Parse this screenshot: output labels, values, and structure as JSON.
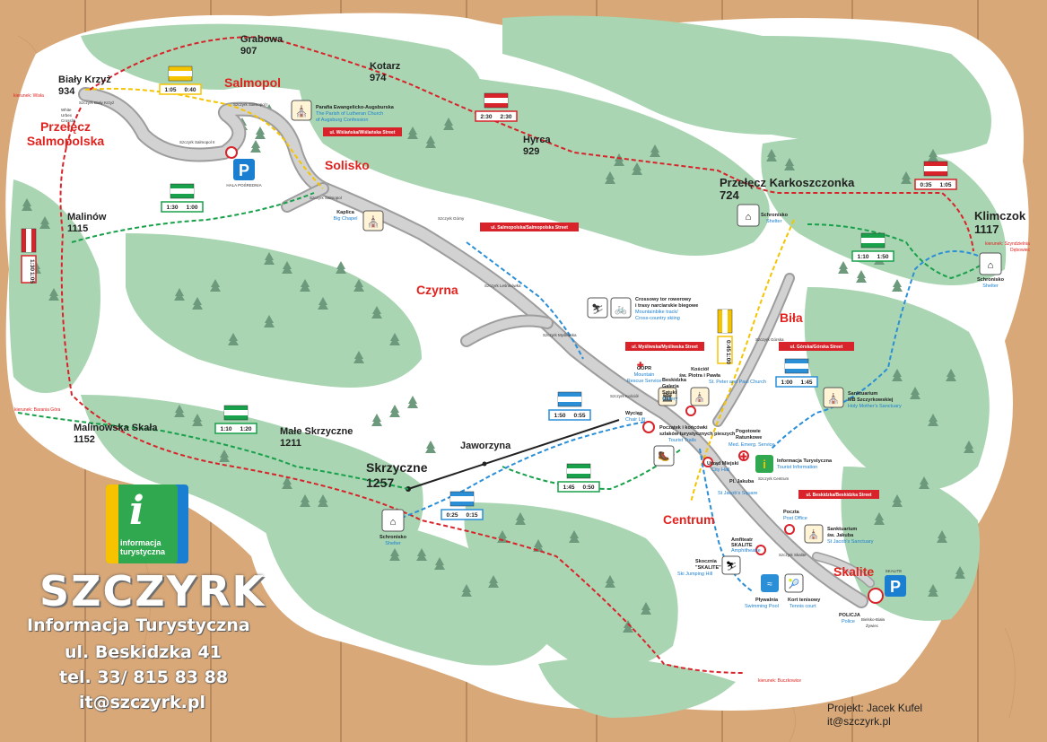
{
  "peaks": [
    {
      "id": "grabowa",
      "name": "Grabowa",
      "alt": "907"
    },
    {
      "id": "bialy-krzyz",
      "name": "Biały Krzyż",
      "alt": "934"
    },
    {
      "id": "kotarz",
      "name": "Kotarz",
      "alt": "974"
    },
    {
      "id": "hyrca",
      "name": "Hyrca",
      "alt": "929"
    },
    {
      "id": "malinow",
      "name": "Malinów",
      "alt": "1115"
    },
    {
      "id": "przelecz-karkoszczonka",
      "name": "Przełęcz Karkoszczonka",
      "alt": "724"
    },
    {
      "id": "klimczok",
      "name": "Klimczok",
      "alt": "1117"
    },
    {
      "id": "malinowska-skala",
      "name": "Malinowska Skała",
      "alt": "1152"
    },
    {
      "id": "male-skrzyczne",
      "name": "Małe Skrzyczne",
      "alt": "1211"
    },
    {
      "id": "jaworzyna",
      "name": "Jaworzyna",
      "alt": ""
    },
    {
      "id": "skrzyczne",
      "name": "Skrzyczne",
      "alt": "1257"
    }
  ],
  "places": {
    "przelecz_salmopolska_1": "Przełęcz",
    "przelecz_salmopolska_2": "Salmopolska",
    "salmopol": "Salmopol",
    "solisko": "Solisko",
    "czyrna": "Czyrna",
    "bila": "Biła",
    "centrum": "Centrum",
    "skalite": "Skalite"
  },
  "streets": [
    "ul. Wiślańska/Wiślańska Street",
    "ul. Salmopolska/Salmopolska Street",
    "ul. Myśliwska/Myśliwska Street",
    "ul. Górska/Górska Street",
    "ul. Beskidzka/Beskidzka Street"
  ],
  "pois": {
    "parafia_1": "Parafia Ewangelicko-Augsburska",
    "parafia_en_1": "The Parish of Lutheran Church",
    "parafia_en_2": "of Augsburg Confession",
    "hala": "HALA POŚREDNIA",
    "kaplica": "Kaplica",
    "kaplica_en": "Big Chapel",
    "crossowy_1": "Crossowy tor rowerowy",
    "crossowy_2": "i trasy narciarskie biegowe",
    "crossowy_en_1": "Mountainbike track/",
    "crossowy_en_2": "Cross-country skiing",
    "gopr": "GOPR",
    "gopr_en_1": "Mountain",
    "gopr_en_2": "Rescue Service",
    "galeria_1": "Beskidzka",
    "galeria_2": "Galeria",
    "galeria_3": "Sztuki",
    "galeria_en": "Gallery",
    "kosciol_1": "Kościół",
    "kosciol_2": "św. Piotra i Pawła",
    "kosciol_en": "St. Peter and Paul Church",
    "wyciag": "Wyciąg",
    "wyciag_en": "Chair Lift",
    "sanktuarium_mb_1": "Sanktuarium",
    "sanktuarium_mb_2": "MB Szczyrkowskiej",
    "sanktuarium_mb_en": "Holy Mother's Sanctuary",
    "poczatek_1": "Początek i końcówki",
    "poczatek_2": "szlaków turystycznych pieszych",
    "poczatek_en": "Tourist Trails",
    "pogotowie_1": "Pogotowie",
    "pogotowie_2": "Ratunkowe",
    "pogotowie_en": "Med. Emerg. Service",
    "urzad": "Urząd Miejski",
    "urzad_en": "City Hall",
    "it": "Informacja Turystyczna",
    "it_en": "Tourist Information",
    "plac": "Pl. Jakuba",
    "plac_en": "St Jacob's Square",
    "poczta": "Poczta",
    "poczta_en": "Post Office",
    "sanktuarium_j_1": "Sanktuarium",
    "sanktuarium_j_2": "św. Jakuba",
    "sanktuarium_j_en": "St Jacob's Sanctuary",
    "amfiteatr_1": "Amfiteatr",
    "amfiteatr_2": "SKALITE",
    "amfiteatr_en": "Amphitheatre",
    "skocznia_1": "Skocznia",
    "skocznia_2": "\"SKALITE\"",
    "skocznia_en": "Ski Jumping Hill",
    "plywalnia": "Pływalnia",
    "plywalnia_en": "Swimming Pool",
    "kort": "Kort tenisowy",
    "kort_en": "Tennis court",
    "policja": "POLICJA",
    "policja_en": "Police",
    "schronisko": "Schronisko",
    "schronisko_en": "Shelter",
    "skalite_parking": "SKALITE"
  },
  "trail_times": {
    "yellow_top": [
      "1:05",
      "0:40"
    ],
    "red_top": [
      "2:30",
      "2:30"
    ],
    "green_left": [
      "1:30",
      "1:00"
    ],
    "red_left": [
      "1:30",
      "1:05"
    ],
    "red_right": [
      "0:35",
      "1:05"
    ],
    "green_right": [
      "1:10",
      "1:50"
    ],
    "yellow_mid": [
      "0:45",
      "1:00"
    ],
    "blue_bila": [
      "1:00",
      "1:45"
    ],
    "blue_centre": [
      "1:50",
      "0:55"
    ],
    "green_malinowska": [
      "1:10",
      "1:20"
    ],
    "green_skrzyczne": [
      "1:45",
      "0:50"
    ],
    "blue_skrzyczne": [
      "0:25",
      "0:15"
    ]
  },
  "directions": {
    "wisla": "kierunek: Wisła",
    "szyndzielnia_1": "kierunek: Szyndzielnia",
    "szyndzielnia_2": "Dębowiec",
    "barania": "kierunek: Barania Góra",
    "buczkowice": "kierunek: Buczkowice",
    "bielsko_1": "Bielsko-Biała",
    "bielsko_2": "Żywiec"
  },
  "stops": {
    "salmopol_1": "Szczyrk Salmopol I",
    "salmopol_2": "Szczyrk Salmopol II",
    "bialy_1": "Szczyrk Biały Krzyż",
    "solisko": "Szczyrk Salmopol",
    "gorny": "Szczyrk Górny",
    "lesnicowka": "Szczyrk Leśnicówka",
    "myslwska": "Szczyrk Myśliwska",
    "kosciol": "Szczyrk Kościół",
    "centrum": "Szczyrk Centrum",
    "skalite": "Szczyrk Skalite",
    "gorska": "Szczyrk Górska",
    "white_1": "White",
    "white_2": "Urbex",
    "white_3": "Crosslin"
  },
  "brand": {
    "logo_1": "informacja",
    "logo_2": "turystyczna",
    "name": "SZCZYRK",
    "line1": "Informacja Turystyczna",
    "line2": "ul. Beskidzka 41",
    "line3": "tel. 33/ 815 83 88",
    "line4": "it@szczyrk.pl"
  },
  "credit": {
    "line1": "Projekt: Jacek Kufel",
    "line2": "it@szczyrk.pl"
  },
  "colors": {
    "forest": "#a9d5b2",
    "forest_dark": "#8cc79a",
    "meadow": "#ffffff",
    "road": "#cfcfcf",
    "red_trail": "#d8232a",
    "yellow_trail": "#f5c400",
    "green_trail": "#18a04a",
    "blue_trail": "#2b8fd8",
    "wood": "#d9a878",
    "logo_yellow": "#f7c300",
    "logo_green": "#2fa84f",
    "logo_blue": "#1a7fd0"
  }
}
